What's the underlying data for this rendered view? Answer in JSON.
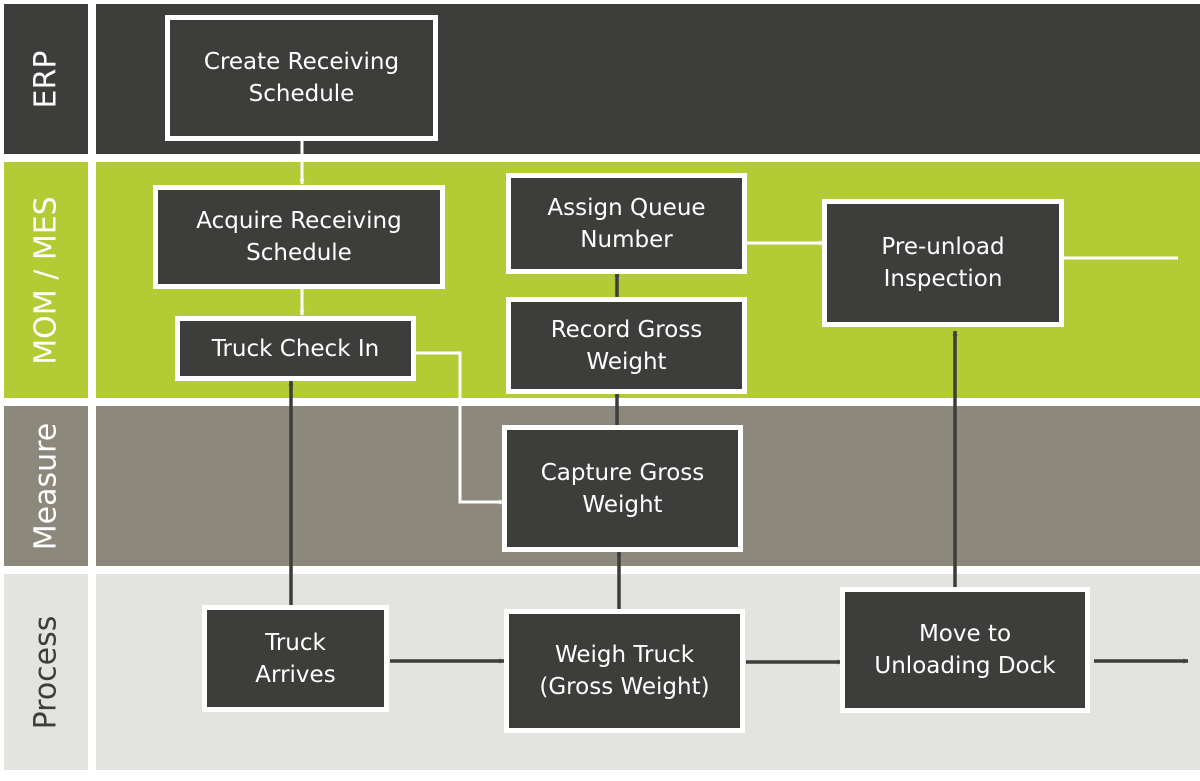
{
  "lanes": [
    {
      "id": "erp",
      "label": "ERP",
      "color": "#3d3d3b"
    },
    {
      "id": "mom",
      "label": "MOM / MES",
      "color": "#b3cc35"
    },
    {
      "id": "measure",
      "label": "Measure",
      "color": "#8c887c"
    },
    {
      "id": "process",
      "label": "Process",
      "color": "#e3e3df"
    }
  ],
  "boxes": {
    "create_receiving_schedule": "Create Receiving\nSchedule",
    "acquire_receiving_schedule": "Acquire Receiving\nSchedule",
    "truck_check_in": "Truck Check In",
    "assign_queue_number": "Assign Queue\nNumber",
    "record_gross_weight": "Record Gross\nWeight",
    "pre_unload_inspection": "Pre-unload\nInspection",
    "capture_gross_weight": "Capture Gross\nWeight",
    "truck_arrives": "Truck\nArrives",
    "weigh_truck": "Weigh Truck\n(Gross Weight)",
    "move_to_unloading_dock": "Move to\nUnloading Dock"
  },
  "colors": {
    "box_fill": "#3d3d3b",
    "box_border": "#ffffff",
    "arrow_light": "#ffffff",
    "arrow_dark": "#3d3d3b"
  }
}
